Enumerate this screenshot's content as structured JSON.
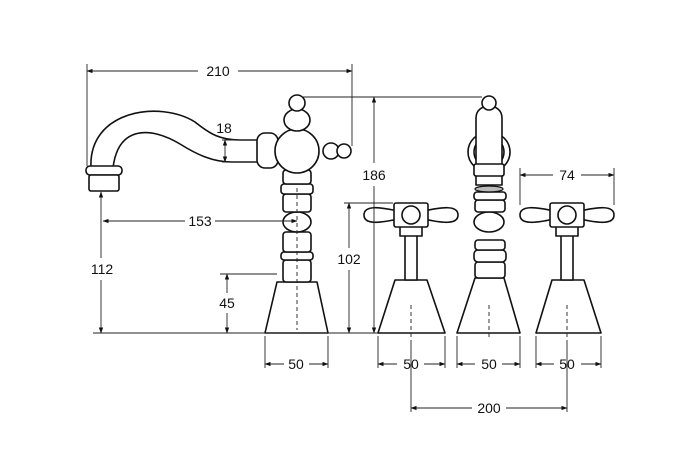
{
  "dimensions": {
    "spout_reach": "210",
    "spout_height_offset": "18",
    "overall_height": "186",
    "handle_span": "74",
    "spout_center_offset": "153",
    "spout_outlet_height": "112",
    "side_valve_height": "102",
    "base_height": "45",
    "base_width_1": "50",
    "base_width_2": "50",
    "base_width_3": "50",
    "base_width_4": "50",
    "valve_centers": "200"
  },
  "colors": {
    "line": "#111111",
    "background": "#ffffff",
    "aerator": "#bbbbbb"
  }
}
